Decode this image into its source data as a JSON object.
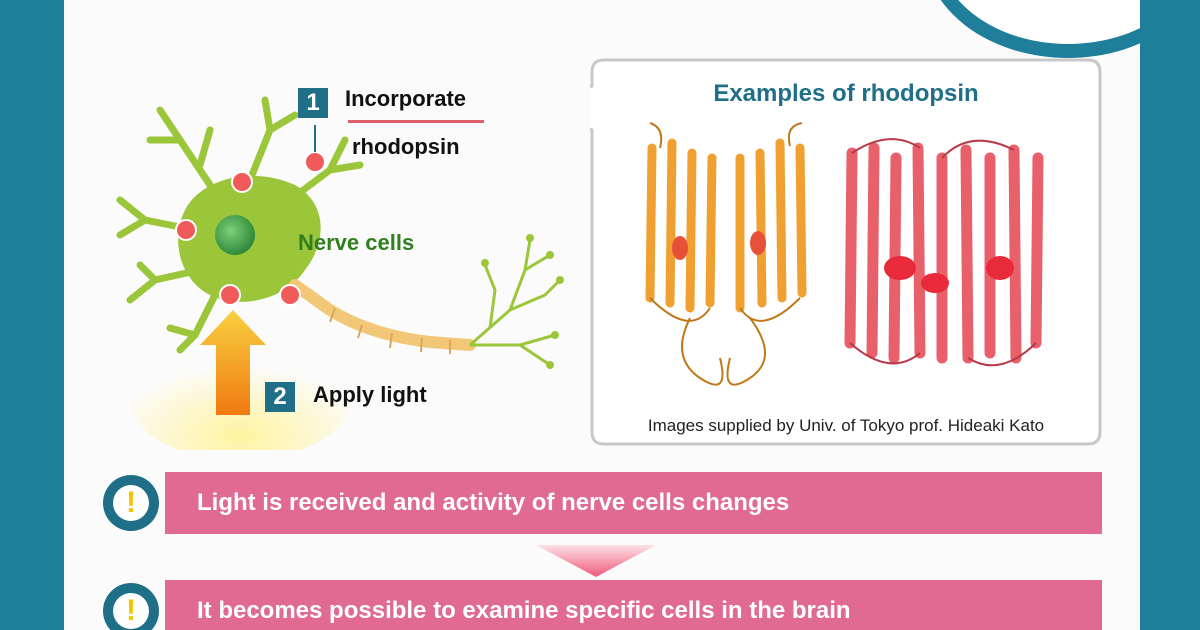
{
  "steps": [
    {
      "number": "1",
      "line1": "Incorporate",
      "line2": "rhodopsin"
    },
    {
      "number": "2",
      "line1": "Apply light"
    }
  ],
  "nerve_label": "Nerve cells",
  "callout": {
    "title": "Examples of rhodopsin",
    "credit": "Images supplied by Univ. of Tokyo prof. Hideaki Kato"
  },
  "results": [
    {
      "icon": "!",
      "text": "Light is received and activity of nerve cells changes"
    },
    {
      "icon": "!",
      "text": "It becomes possible to examine specific cells in the brain"
    }
  ],
  "colors": {
    "frame": "#1f7f9a",
    "banner": "#e06a92",
    "neuron": "#9bc63a",
    "rhodopsin_dot": "#f05a5a",
    "protein_orange": "#f0a030",
    "protein_red": "#e8606a"
  }
}
